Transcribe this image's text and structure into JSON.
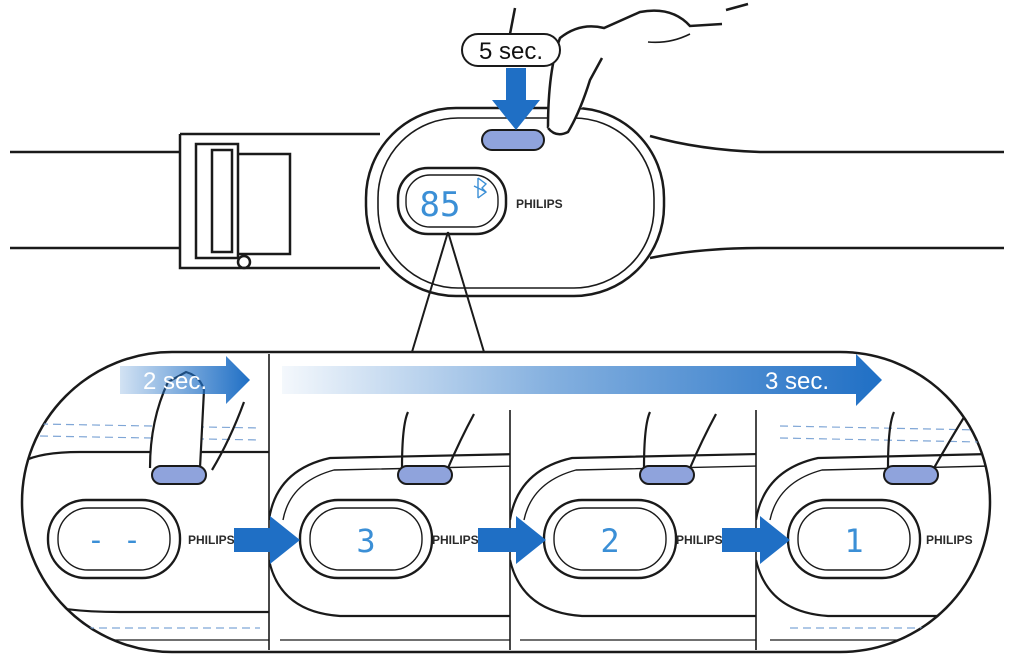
{
  "top": {
    "press_label": "5 sec.",
    "display_value": "85",
    "brand": "PHILIPS"
  },
  "timeline": {
    "first_label": "2 sec.",
    "second_label": "3 sec."
  },
  "panels": [
    {
      "display": "- -",
      "brand": "PHILIPS"
    },
    {
      "display": "3",
      "brand": "PHILIPS"
    },
    {
      "display": "2",
      "brand": "PHILIPS"
    },
    {
      "display": "1",
      "brand": "PHILIPS"
    }
  ],
  "colors": {
    "arrow_blue": "#1f6fc5",
    "button_blue": "#8fa3dc",
    "display_blue": "#3b8fd6",
    "line": "#1a1a1a"
  }
}
